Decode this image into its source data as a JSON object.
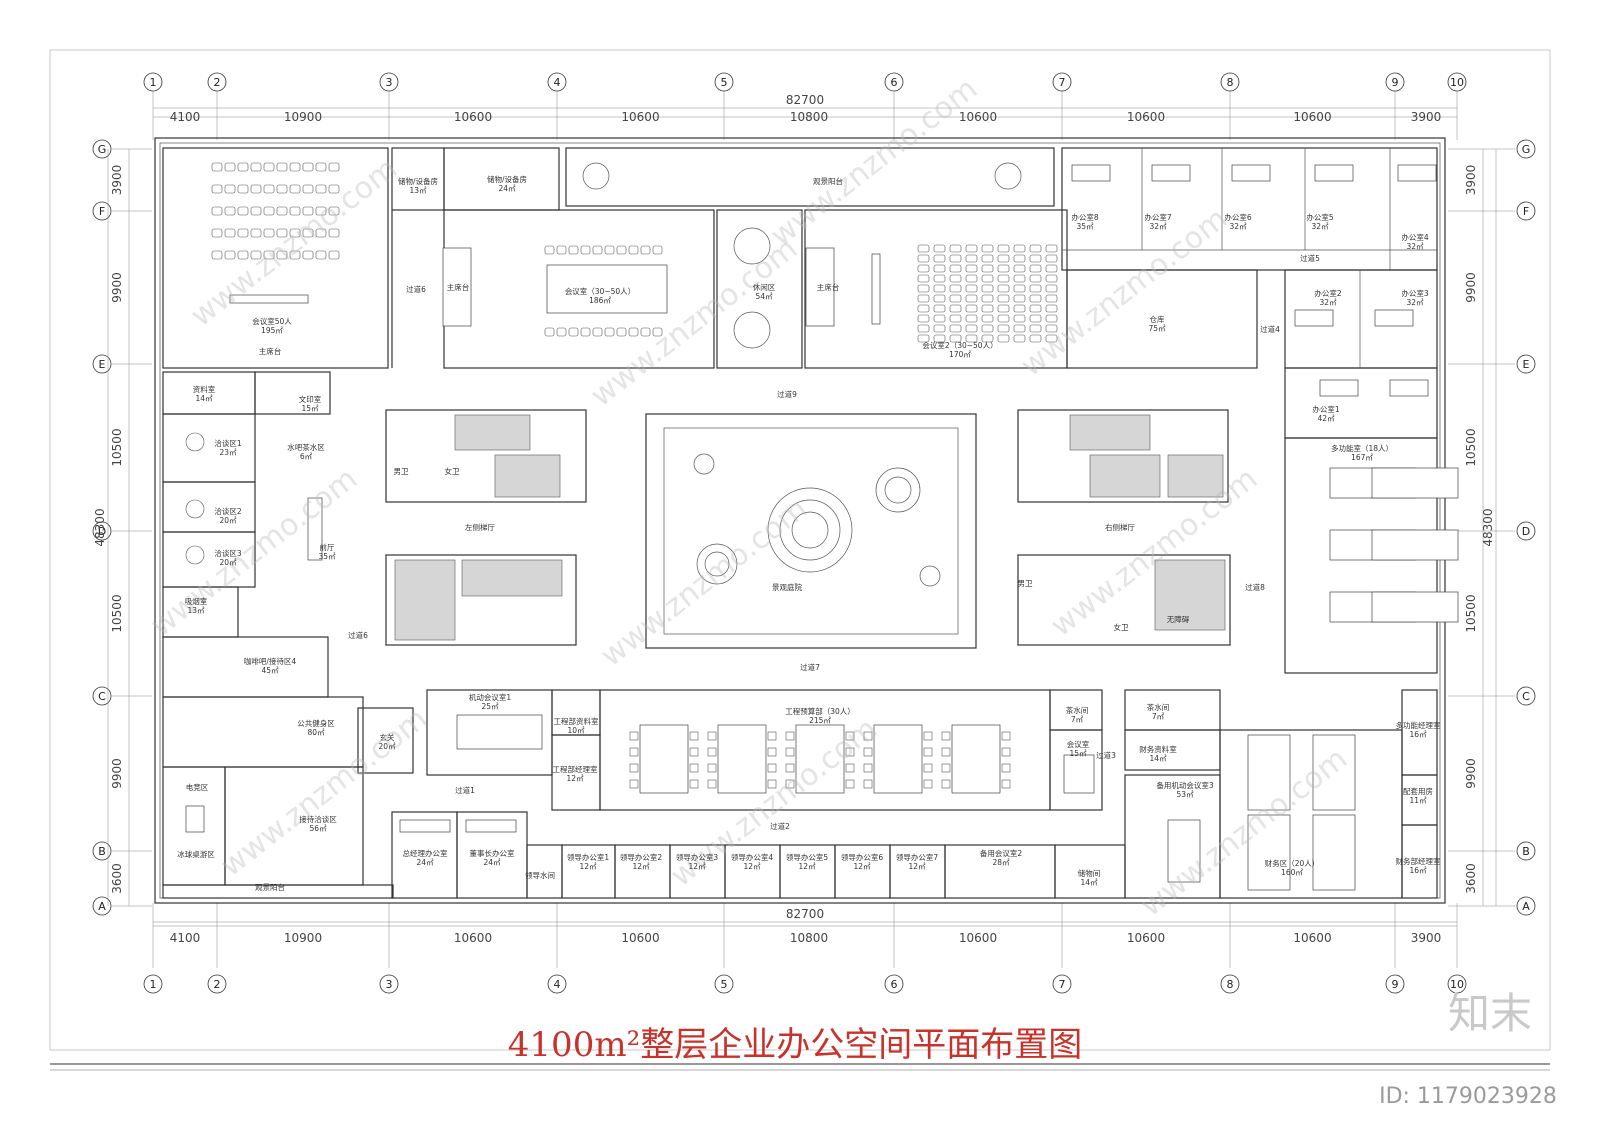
{
  "drawing": {
    "title": "4100m²整层企业办公空间平面布置图",
    "total_width_dim": "82700",
    "total_height_dim": "48300",
    "brand": "知末",
    "id_label": "ID: 1179023928",
    "watermark": "www.znzmo.com",
    "title_color": "#c8322a"
  },
  "axes": {
    "columns": [
      "1",
      "2",
      "3",
      "4",
      "5",
      "6",
      "7",
      "8",
      "9",
      "10"
    ],
    "rows": [
      "G",
      "F",
      "E",
      "D",
      "C",
      "B",
      "A"
    ],
    "col_dims": [
      "4100",
      "10900",
      "10600",
      "10600",
      "10800",
      "10600",
      "10600",
      "10600",
      "3900"
    ],
    "row_dims_left": [
      "3900",
      "9900",
      "10500",
      "10500",
      "9900",
      "3600"
    ]
  },
  "rooms": [
    {
      "name": "会议室50人",
      "area": "195㎡"
    },
    {
      "name": "主席台",
      "area": ""
    },
    {
      "name": "储物/设备房",
      "area": "13㎡"
    },
    {
      "name": "储物/设备房",
      "area": "24㎡"
    },
    {
      "name": "观景阳台",
      "area": ""
    },
    {
      "name": "过道6",
      "area": ""
    },
    {
      "name": "主席台",
      "area": ""
    },
    {
      "name": "会议室（30~50人）",
      "area": "186㎡"
    },
    {
      "name": "休闲区",
      "area": "54㎡"
    },
    {
      "name": "主席台",
      "area": ""
    },
    {
      "name": "会议室2（30~50人）",
      "area": "170㎡"
    },
    {
      "name": "仓库",
      "area": "75㎡"
    },
    {
      "name": "办公室8",
      "area": "35㎡"
    },
    {
      "name": "办公室7",
      "area": "32㎡"
    },
    {
      "name": "办公室6",
      "area": "32㎡"
    },
    {
      "name": "办公室5",
      "area": "32㎡"
    },
    {
      "name": "办公室4",
      "area": "32㎡"
    },
    {
      "name": "过道5",
      "area": ""
    },
    {
      "name": "过道4",
      "area": ""
    },
    {
      "name": "办公室2",
      "area": "32㎡"
    },
    {
      "name": "办公室3",
      "area": "32㎡"
    },
    {
      "name": "办公室1",
      "area": "42㎡"
    },
    {
      "name": "资料室",
      "area": "14㎡"
    },
    {
      "name": "文印室",
      "area": "15㎡"
    },
    {
      "name": "水吧茶水区",
      "area": "6㎡"
    },
    {
      "name": "洽谈区1",
      "area": "23㎡"
    },
    {
      "name": "洽谈区2",
      "area": "20㎡"
    },
    {
      "name": "洽谈区3",
      "area": "20㎡"
    },
    {
      "name": "前厅",
      "area": "35㎡"
    },
    {
      "name": "吸烟室",
      "area": "13㎡"
    },
    {
      "name": "咖啡吧/接待区4",
      "area": "45㎡"
    },
    {
      "name": "过道9",
      "area": ""
    },
    {
      "name": "男卫",
      "area": ""
    },
    {
      "name": "女卫",
      "area": ""
    },
    {
      "name": "左侧梯厅",
      "area": ""
    },
    {
      "name": "景观庭院",
      "area": ""
    },
    {
      "name": "右侧梯厅",
      "area": ""
    },
    {
      "name": "男卫",
      "area": ""
    },
    {
      "name": "女卫",
      "area": ""
    },
    {
      "name": "无障碍",
      "area": ""
    },
    {
      "name": "过道8",
      "area": ""
    },
    {
      "name": "多功能室（18人）",
      "area": "167㎡"
    },
    {
      "name": "过道6",
      "area": ""
    },
    {
      "name": "过道7",
      "area": ""
    },
    {
      "name": "公共健身区",
      "area": "80㎡"
    },
    {
      "name": "玄关",
      "area": "20㎡"
    },
    {
      "name": "机动会议室1",
      "area": "25㎡"
    },
    {
      "name": "工程部资料室",
      "area": "10㎡"
    },
    {
      "name": "工程部经理室",
      "area": "12㎡"
    },
    {
      "name": "工程预算部（30人）",
      "area": "215㎡"
    },
    {
      "name": "茶水间",
      "area": "7㎡"
    },
    {
      "name": "会议室",
      "area": "15㎡"
    },
    {
      "name": "过道3",
      "area": ""
    },
    {
      "name": "茶水间",
      "area": "7㎡"
    },
    {
      "name": "财务资料室",
      "area": "14㎡"
    },
    {
      "name": "备用机动会议室3",
      "area": "53㎡"
    },
    {
      "name": "多功能经理室",
      "area": "16㎡"
    },
    {
      "name": "配套用房",
      "area": "11㎡"
    },
    {
      "name": "电竞区",
      "area": ""
    },
    {
      "name": "接待洽谈区",
      "area": "56㎡"
    },
    {
      "name": "过道1",
      "area": ""
    },
    {
      "name": "过道2",
      "area": ""
    },
    {
      "name": "冰球桌游区",
      "area": ""
    },
    {
      "name": "总经理办公室",
      "area": "24㎡"
    },
    {
      "name": "董事长办公室",
      "area": "24㎡"
    },
    {
      "name": "领导水间",
      "area": ""
    },
    {
      "name": "领导办公室1",
      "area": "12㎡"
    },
    {
      "name": "领导办公室2",
      "area": "12㎡"
    },
    {
      "name": "领导办公室3",
      "area": "12㎡"
    },
    {
      "name": "领导办公室4",
      "area": "12㎡"
    },
    {
      "name": "领导办公室5",
      "area": "12㎡"
    },
    {
      "name": "领导办公室6",
      "area": "12㎡"
    },
    {
      "name": "领导办公室7",
      "area": "12㎡"
    },
    {
      "name": "备用会议室2",
      "area": "28㎡"
    },
    {
      "name": "储物间",
      "area": "14㎡"
    },
    {
      "name": "财务区（20人）",
      "area": "160㎡"
    },
    {
      "name": "财务部经理室",
      "area": "16㎡"
    },
    {
      "name": "观景阳台",
      "area": ""
    }
  ]
}
